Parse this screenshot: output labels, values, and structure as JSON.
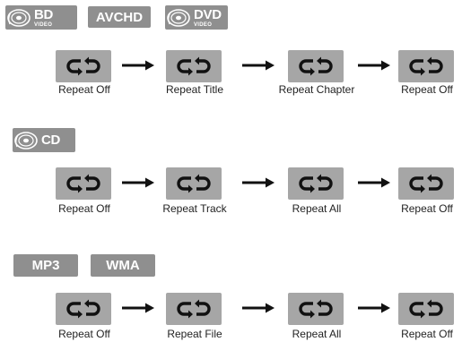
{
  "formats_row1": {
    "bd": {
      "main": "BD",
      "sub": "VIDEO",
      "icon": "disc-icon"
    },
    "avchd": {
      "label": "AVCHD"
    },
    "dvd": {
      "main": "DVD",
      "sub": "VIDEO",
      "icon": "disc-icon"
    }
  },
  "sequence_row1": [
    "Repeat Off",
    "Repeat Title",
    "Repeat Chapter",
    "Repeat Off"
  ],
  "formats_row2": {
    "cd": {
      "main": "CD",
      "icon": "disc-icon"
    }
  },
  "sequence_row2": [
    "Repeat Off",
    "Repeat Track",
    "Repeat All",
    "Repeat Off"
  ],
  "formats_row3": {
    "mp3": {
      "label": "MP3"
    },
    "wma": {
      "label": "WMA"
    }
  },
  "sequence_row3": [
    "Repeat Off",
    "Repeat File",
    "Repeat All",
    "Repeat Off"
  ],
  "icons": {
    "repeat": "repeat-icon",
    "arrow": "arrow-right-icon"
  },
  "colors": {
    "badge": "#8f8f8f",
    "button": "#a6a6a6",
    "icon": "#111111"
  }
}
